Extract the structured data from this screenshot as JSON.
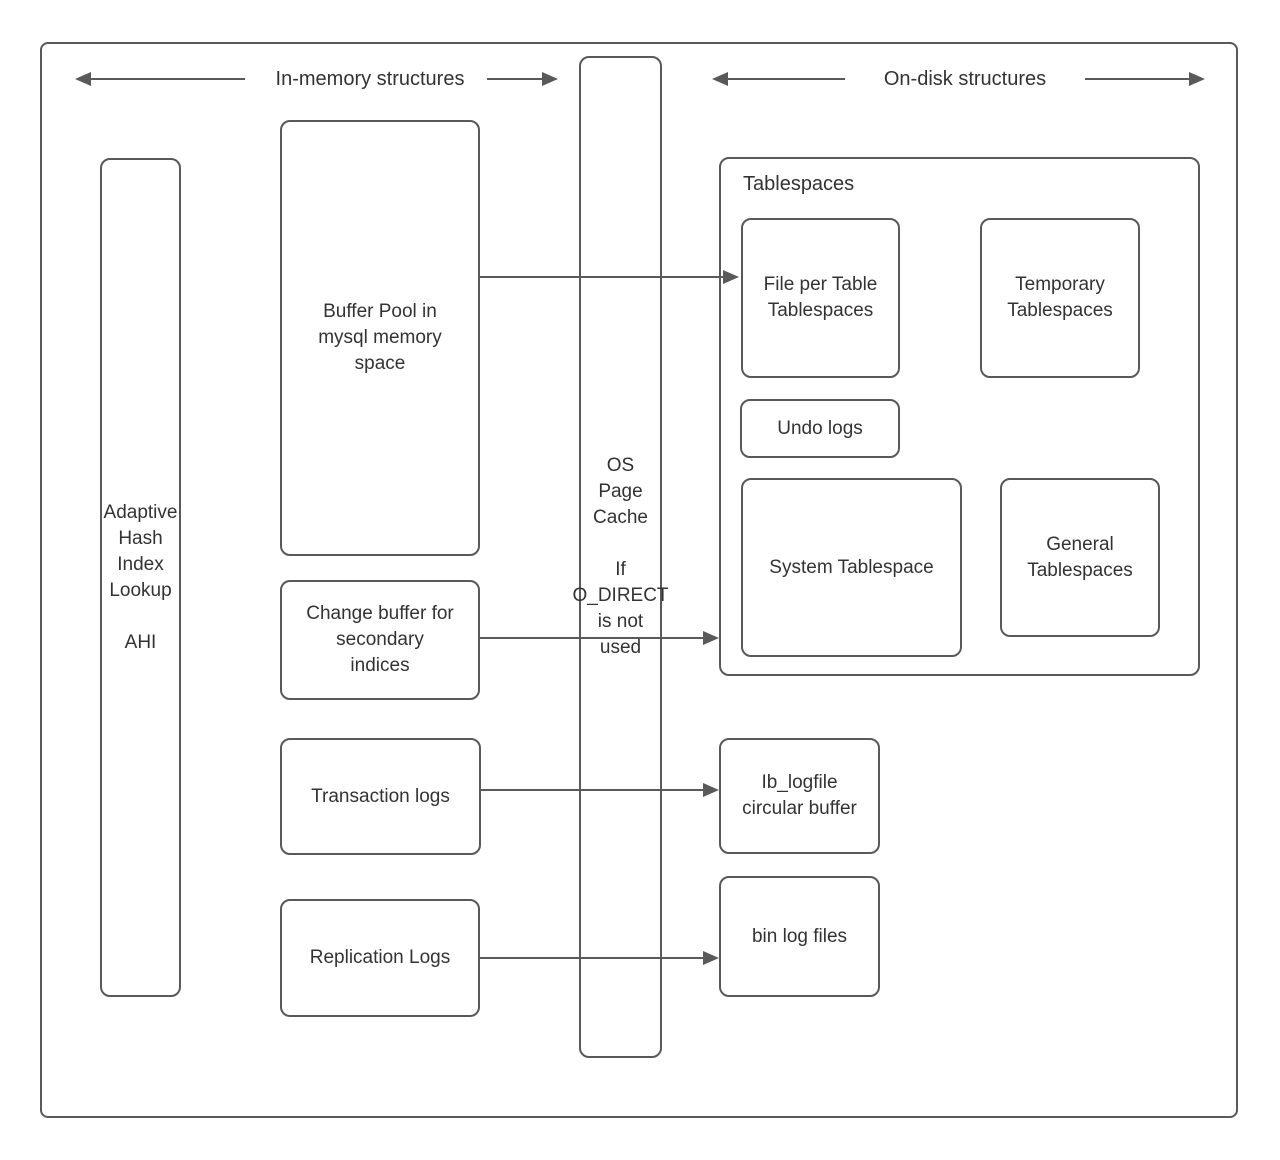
{
  "colors": {
    "border": "#595959",
    "arrow": "#595959",
    "text": "#333333",
    "background": "#ffffff"
  },
  "headers": {
    "in_memory": "In-memory structures",
    "on_disk": "On-disk structures"
  },
  "nodes": {
    "ahi": "Adaptive\nHash\nIndex\nLookup\n\nAHI",
    "buffer_pool": "Buffer Pool in\nmysql memory\nspace",
    "change_buffer": "Change buffer for\nsecondary\nindices",
    "transaction_logs": "Transaction logs",
    "replication_logs": "Replication Logs",
    "os_page_cache": "OS\nPage\nCache\n\nIf\nO_DIRECT\nis not\nused",
    "tablespaces_group": "Tablespaces",
    "file_per_table": "File per Table\nTablespaces",
    "temporary_tablespaces": "Temporary\nTablespaces",
    "undo_logs": "Undo logs",
    "system_tablespace": "System Tablespace",
    "general_tablespaces": "General\nTablespaces",
    "ib_logfile": "Ib_logfile\ncircular buffer",
    "bin_log_files": "bin log files"
  }
}
